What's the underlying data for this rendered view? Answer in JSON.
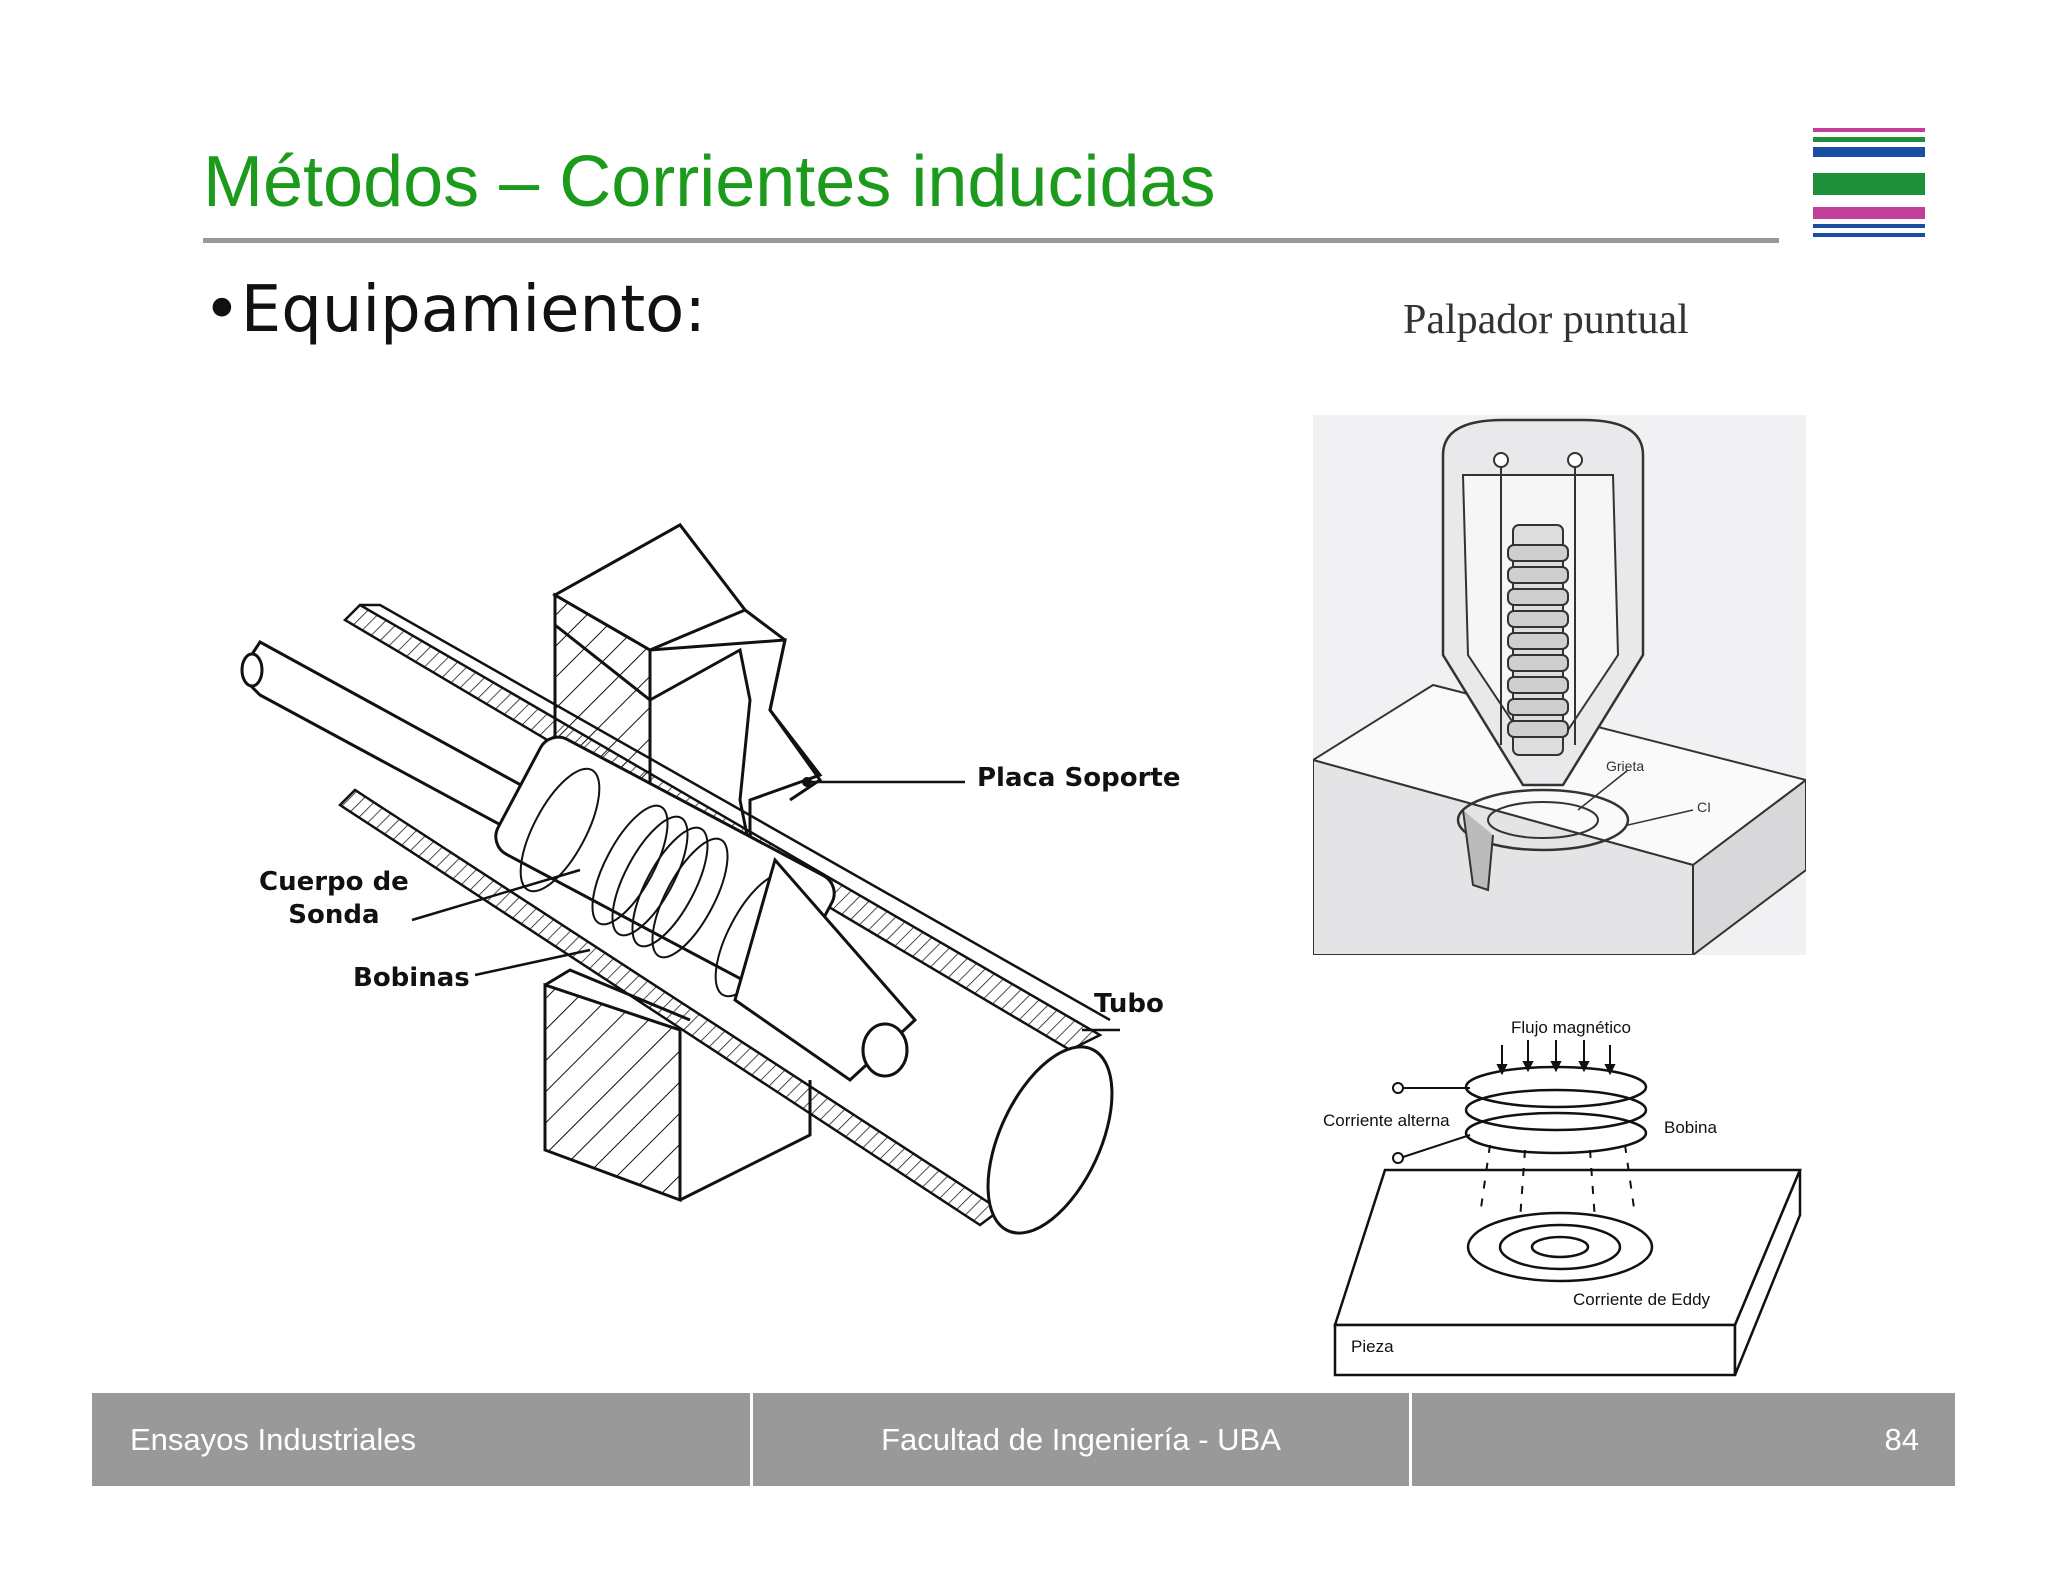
{
  "slide": {
    "title": "Métodos – Corrientes inducidas",
    "bullet": "•Equipamiento:"
  },
  "tube_probe_figure": {
    "labels": {
      "support_plate": "Placa Soporte",
      "probe_body": "Cuerpo de\nSonda",
      "coils": "Bobinas",
      "tube": "Tubo"
    }
  },
  "point_probe_figure": {
    "title": "Palpador puntual",
    "labels": {
      "crack": "Grieta",
      "ci": "CI"
    }
  },
  "eddy_figure": {
    "labels": {
      "magnetic_flux": "Flujo magnético",
      "alternating_current": "Corriente alterna",
      "coil": "Bobina",
      "eddy_current": "Corriente de Eddy",
      "part": "Pieza"
    }
  },
  "footer": {
    "left": "Ensayos Industriales",
    "center": "Facultad de Ingeniería - UBA",
    "page_number": "84"
  },
  "colors": {
    "title_green": "#1c9a1c",
    "logo_stripes": [
      "#c0409a",
      "#1f8f3c",
      "#1a4ea0",
      "#1f8f3c",
      "#c0409a",
      "#1a4ea0"
    ],
    "footer_gray": "#999999"
  }
}
